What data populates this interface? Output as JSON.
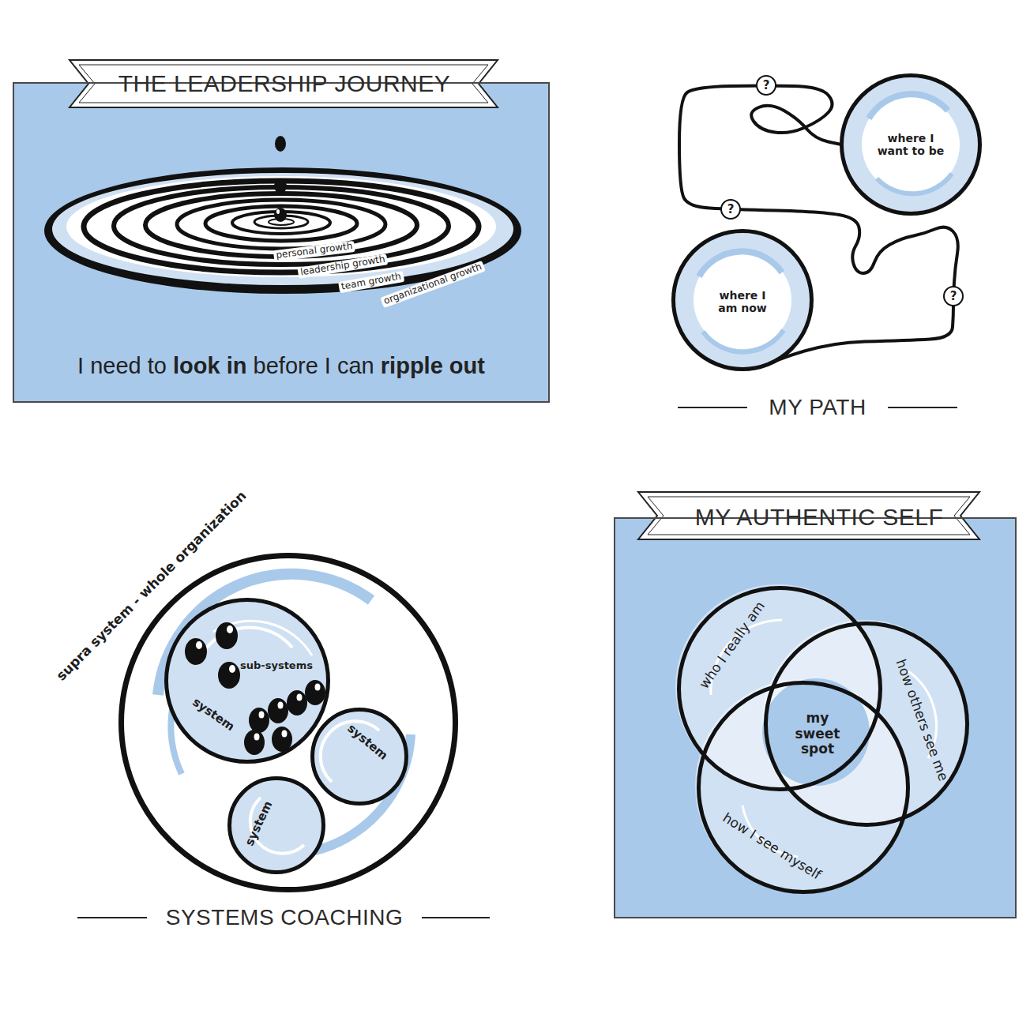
{
  "diagram": {
    "nodes": [
      {
        "text": [
          "THE LEADERSHIP JOURNEY"
        ]
      },
      {
        "text": [
          "where I want to be"
        ]
      },
      {
        "text": [
          "where I am now"
        ]
      },
      {
        "text": [
          "supra system - whole organization"
        ]
      },
      {
        "text": [
          "sub-systems",
          "system"
        ],
        "in": 3
      },
      {
        "text": [
          "system"
        ],
        "in": 3
      },
      {
        "text": [
          "system"
        ],
        "in": 3
      },
      {
        "text": [
          "MY AUTHENTIC SELF"
        ]
      },
      {
        "text": [
          "who I really am"
        ],
        "in": 7
      },
      {
        "text": [
          "how others see me"
        ],
        "in": 7
      },
      {
        "text": [
          "how I see myself"
        ],
        "in": 7
      },
      {
        "text": [
          "my sweet spot"
        ],
        "in": 7
      }
    ],
    "edges": [
      {
        "from": 2,
        "to": 1,
        "arrow": "none"
      }
    ],
    "labels": [
      "personal growth",
      "leadership growth",
      "team growth",
      "organizational growth",
      "I need to",
      "look in",
      "before I can",
      "ripple out",
      "?",
      "?",
      "?",
      "MY PATH",
      "SYSTEMS COACHING"
    ]
  }
}
